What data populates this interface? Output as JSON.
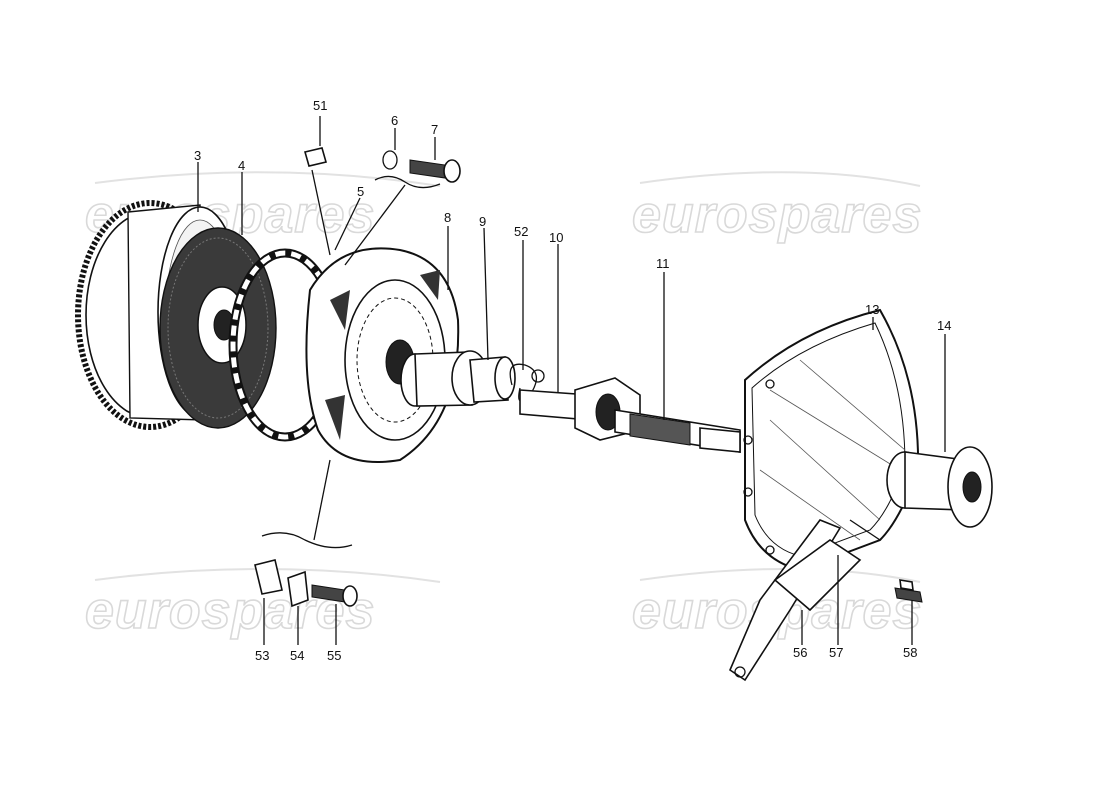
{
  "watermark": {
    "text": "eurospares",
    "color": "#d9d9d9"
  },
  "callouts": [
    {
      "id": "51",
      "text": "51"
    },
    {
      "id": "6",
      "text": "6"
    },
    {
      "id": "7",
      "text": "7"
    },
    {
      "id": "3",
      "text": "3"
    },
    {
      "id": "4",
      "text": "4"
    },
    {
      "id": "5",
      "text": "5"
    },
    {
      "id": "8",
      "text": "8"
    },
    {
      "id": "9",
      "text": "9"
    },
    {
      "id": "52",
      "text": "52"
    },
    {
      "id": "10",
      "text": "10"
    },
    {
      "id": "11",
      "text": "11"
    },
    {
      "id": "13",
      "text": "13"
    },
    {
      "id": "14",
      "text": "14"
    },
    {
      "id": "53",
      "text": "53"
    },
    {
      "id": "54",
      "text": "54"
    },
    {
      "id": "55",
      "text": "55"
    },
    {
      "id": "56",
      "text": "56"
    },
    {
      "id": "57",
      "text": "57"
    },
    {
      "id": "58",
      "text": "58"
    }
  ]
}
